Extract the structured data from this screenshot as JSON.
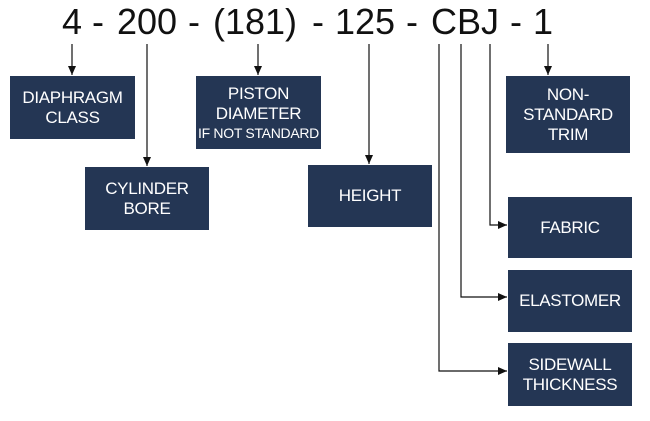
{
  "part_number": {
    "segments": [
      "4",
      "-",
      "200",
      "-",
      "(181)",
      "-",
      "125",
      "-",
      "CBJ",
      "-",
      "1"
    ]
  },
  "labels": {
    "diaphragm_class": [
      "DIAPHRAGM",
      "CLASS"
    ],
    "cylinder_bore": [
      "CYLINDER",
      "BORE"
    ],
    "piston_diameter": [
      "PISTON",
      "DIAMETER",
      "IF NOT STANDARD"
    ],
    "height": [
      "HEIGHT"
    ],
    "non_standard_trim": [
      "NON-",
      "STANDARD",
      "TRIM"
    ],
    "fabric": [
      "FABRIC"
    ],
    "elastomer": [
      "ELASTOMER"
    ],
    "sidewall_thickness": [
      "SIDEWALL",
      "THICKNESS"
    ]
  },
  "colors": {
    "box_fill": "#243654",
    "box_text": "#ffffff",
    "line": "#111111",
    "code_text": "#111111"
  }
}
